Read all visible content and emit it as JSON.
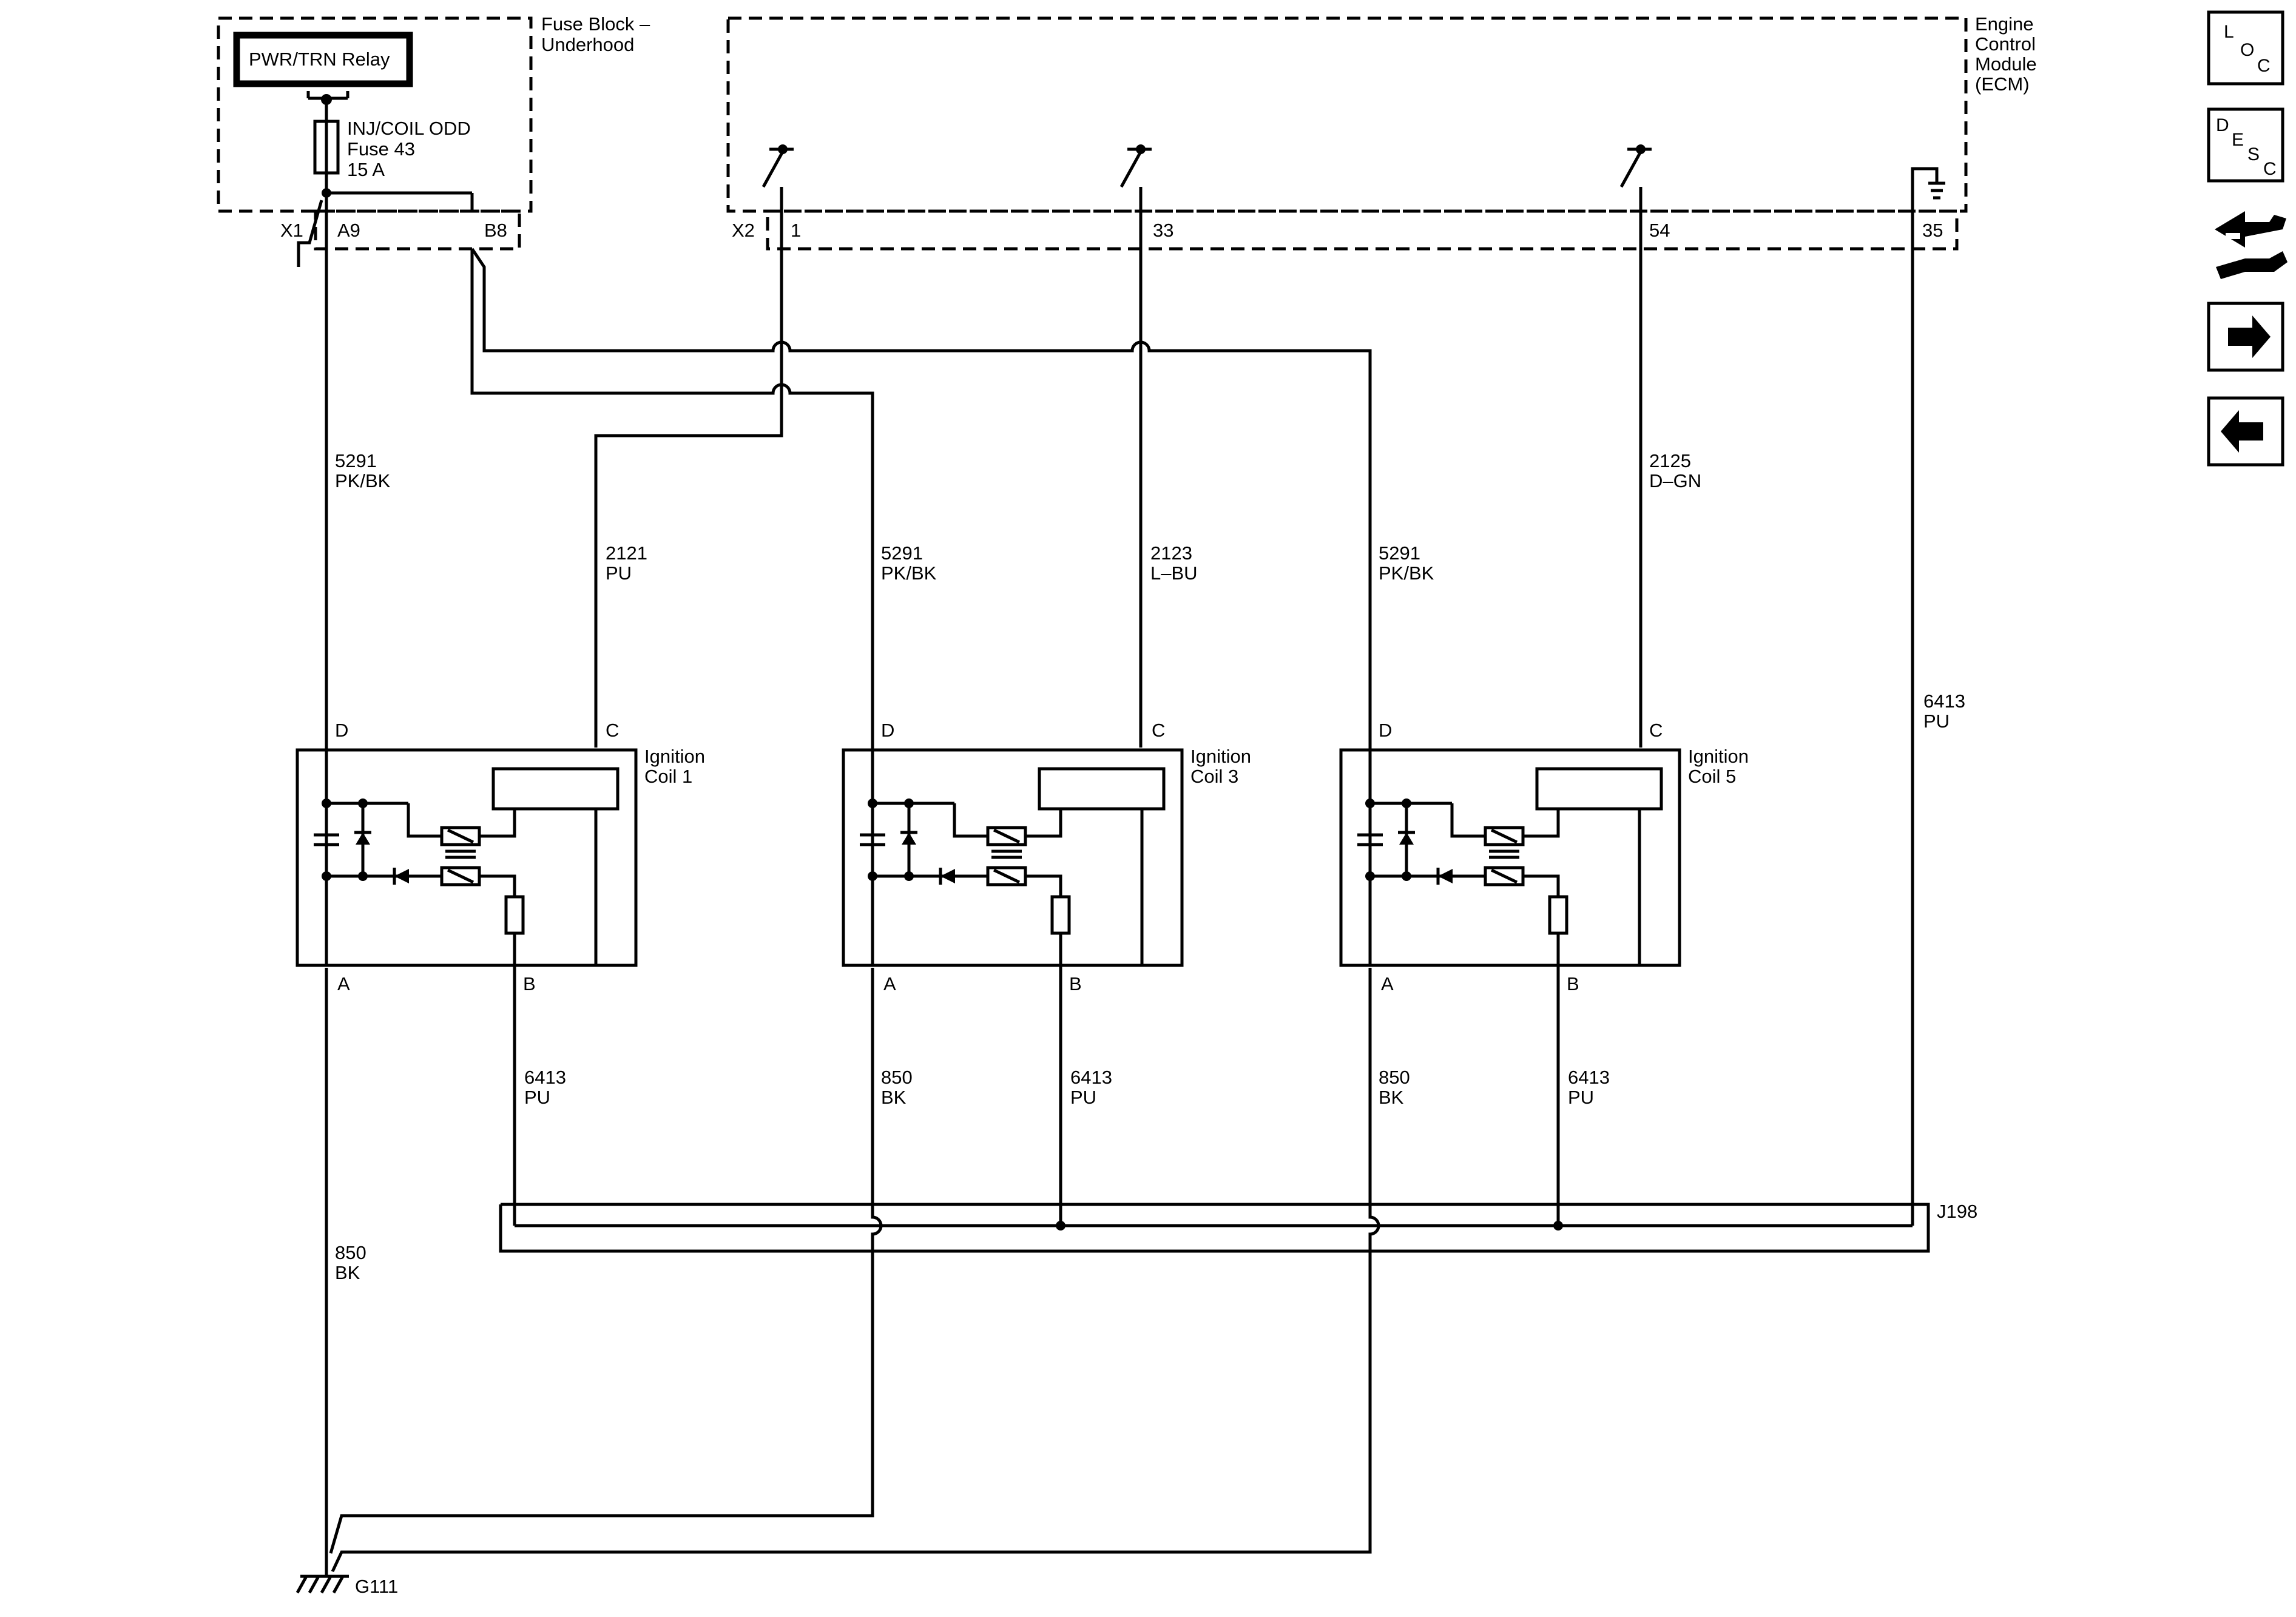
{
  "fuse_block": {
    "title_line1": "Fuse Block –",
    "title_line2": "Underhood",
    "relay_label": "PWR/TRN Relay",
    "fuse_line1": "INJ/COIL ODD",
    "fuse_line2": "Fuse 43",
    "fuse_line3": "15 A",
    "connector_x1": "X1",
    "pin_a9": "A9",
    "pin_b8": "B8"
  },
  "ecm": {
    "title_line1": "Engine",
    "title_line2": "Control",
    "title_line3": "Module",
    "title_line4": "(ECM)",
    "connector_x2": "X2",
    "pin_1": "1",
    "pin_33": "33",
    "pin_54": "54",
    "pin_35": "35"
  },
  "wires": {
    "w5291_a_num": "5291",
    "w5291_a_col": "PK/BK",
    "w2121_num": "2121",
    "w2121_col": "PU",
    "w5291_b_num": "5291",
    "w5291_b_col": "PK/BK",
    "w2123_num": "2123",
    "w2123_col": "L–BU",
    "w5291_c_num": "5291",
    "w5291_c_col": "PK/BK",
    "w2125_num": "2125",
    "w2125_col": "D–GN",
    "w6413_ecm_num": "6413",
    "w6413_ecm_col": "PU",
    "w6413_1_num": "6413",
    "w6413_1_col": "PU",
    "w850_3_num": "850",
    "w850_3_col": "BK",
    "w6413_3_num": "6413",
    "w6413_3_col": "PU",
    "w850_5_num": "850",
    "w850_5_col": "BK",
    "w6413_5_num": "6413",
    "w6413_5_col": "PU",
    "w850_main_num": "850",
    "w850_main_col": "BK"
  },
  "coils": [
    {
      "name_line1": "Ignition",
      "name_line2": "Coil 1",
      "pin_d": "D",
      "pin_c": "C",
      "pin_a": "A",
      "pin_b": "B"
    },
    {
      "name_line1": "Ignition",
      "name_line2": "Coil 3",
      "pin_d": "D",
      "pin_c": "C",
      "pin_a": "A",
      "pin_b": "B"
    },
    {
      "name_line1": "Ignition",
      "name_line2": "Coil 5",
      "pin_d": "D",
      "pin_c": "C",
      "pin_a": "A",
      "pin_b": "B"
    }
  ],
  "splice_label": "J198",
  "ground_label": "G111",
  "nav": {
    "loc_l": "L",
    "loc_o": "O",
    "loc_c": "C",
    "desc_d": "D",
    "desc_e": "E",
    "desc_s": "S",
    "desc_c": "C",
    "icons": [
      "connector-repair-icon",
      "arrow-right-icon",
      "arrow-left-icon"
    ]
  }
}
